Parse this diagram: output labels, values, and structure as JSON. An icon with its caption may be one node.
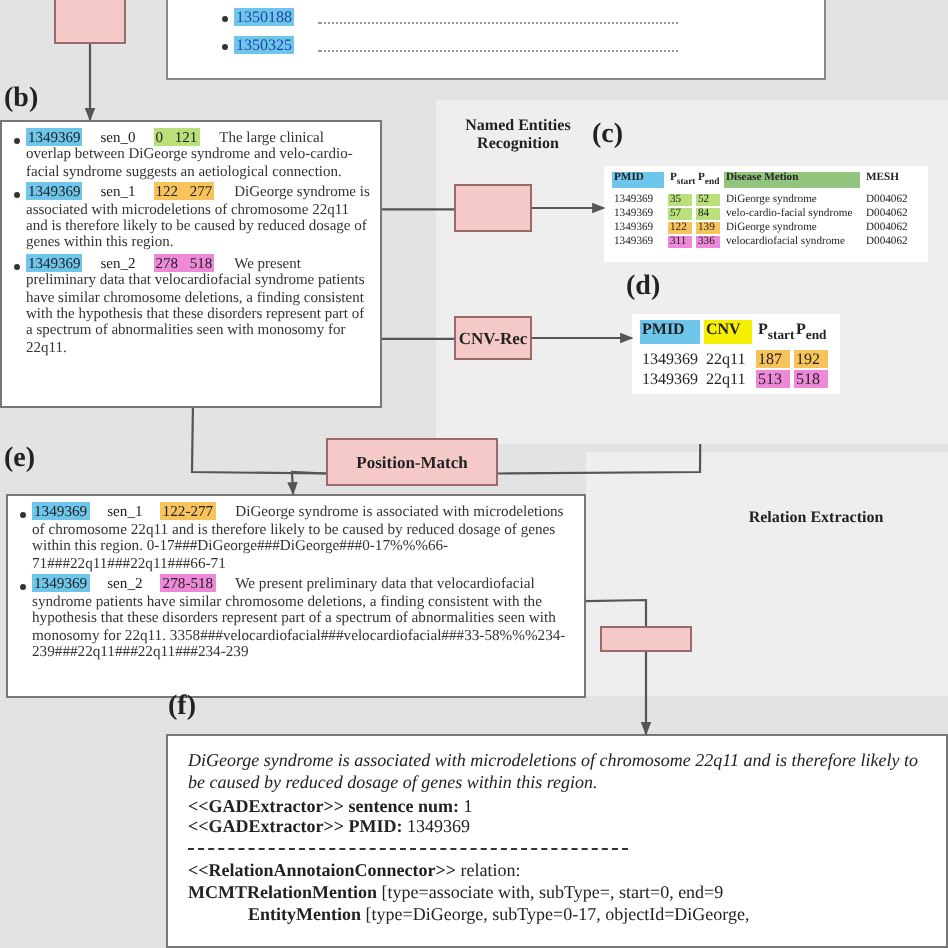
{
  "diagram": {
    "nodes": [
      {
        "text": [
          "1350188",
          "1350325"
        ]
      },
      {
        "text": [],
        "shape": "box"
      },
      {
        "text": [
          "1349369",
          "sen_0",
          "0 121",
          "The large clinical overlap between DiGeorge syndrome and velo-cardio-facial syndrome suggests an aetiological connection.",
          "1349369",
          "sen_1",
          "122 277",
          "DiGeorge syndrome is associated with microdeletions of chromosome 22q11 and is therefore likely to be caused by reduced dosage of genes within this region.",
          "1349369",
          "sen_2",
          "278 518",
          "We present preliminary data that velocardiofacial syndrome patients have similar chromosome deletions, a finding consistent with the hypothesis that these disorders represent part of a spectrum of abnormalities seen with monosomy for 22q11."
        ],
        "beside": [
          "(b)"
        ]
      },
      {
        "text": [
          "Named Entities Recognition"
        ]
      },
      {
        "text": [],
        "shape": "box",
        "in": 3
      },
      {
        "text": [
          "CNV-Rec"
        ],
        "in": 3
      },
      {
        "text": [
          "PMID",
          "P$_{start}$",
          "P$_{end}$",
          "Disease Metion",
          "MESH",
          "1349369",
          "35",
          "52",
          "DiGeorge syndrome",
          "D004062",
          "1349369",
          "57",
          "84",
          "velo-cardio-facial syndrome",
          "D004062",
          "1349369",
          "122",
          "139",
          "DiGeorge syndrome",
          "D004062",
          "1349369",
          "311",
          "336",
          "velocardiofacial syndrome",
          "D004062"
        ],
        "in": 3,
        "beside": [
          "(c)"
        ]
      },
      {
        "text": [
          "PMID",
          "CNV",
          "P$_{start}$",
          "P$_{end}$",
          "1349369",
          "22q11",
          "187",
          "192",
          "1349369",
          "22q11",
          "513",
          "518"
        ],
        "in": 3,
        "beside": [
          "(d)"
        ]
      },
      {
        "text": [
          "Position-Match"
        ]
      },
      {
        "text": [
          "1349369",
          "sen_1",
          "122-277",
          "DiGeorge syndrome is associated with microdeletions of chromosome 22q11 and is therefore likely to be caused by reduced dosage of genes within this region. 0-17###DiGeorge###DiGeorge###0-17%%%66-71###22q11###22q11###66-71",
          "1349369",
          "sen_2",
          "278-518",
          "We present preliminary data that velocardiofacial syndrome patients have similar chromosome deletions, a finding consistent with the hypothesis that these disorders represent part of a spectrum of abnormalities seen with monosomy for 22q11. 3358###velocardiofacial###velocardiofacial###33-58%%%234-239###22q11###22q11###234-239"
        ],
        "beside": [
          "(e)"
        ]
      },
      {
        "text": [
          "Relation Extraction"
        ]
      },
      {
        "text": [],
        "shape": "box",
        "in": 10
      },
      {
        "text": [
          "DiGeorge syndrome is associated with microdeletions of chromosome 22q11 and is therefore likely to be caused by reduced dosage of genes within this region.",
          "**<<GADExtractor>> sentence num:** 1",
          "**<<GADExtractor>> PMID:** 1349369",
          "**<<RelationAnnotaionConnector>>** relation:",
          "**MCMTRelationMention** [type=associate with, subType=, start=0, end=9",
          "**EntityMention** [type=DiGeorge, subType=0-17, objectId=DiGeorge,"
        ],
        "beside": [
          "(f)"
        ]
      }
    ],
    "edges": [
      {
        "from": 1,
        "to": 2,
        "arrow": "to"
      },
      {
        "from": 2,
        "to": 4,
        "arrow": "none"
      },
      {
        "from": 4,
        "to": 6,
        "arrow": "to"
      },
      {
        "from": 2,
        "to": 5,
        "arrow": "none"
      },
      {
        "from": 5,
        "to": 7,
        "arrow": "to"
      },
      {
        "from": 2,
        "to": 8,
        "arrow": "none"
      },
      {
        "from": 3,
        "to": 8,
        "arrow": "none"
      },
      {
        "from": 8,
        "to": 9,
        "arrow": "to"
      },
      {
        "from": 9,
        "to": 11,
        "arrow": "none"
      },
      {
        "from": 11,
        "to": 12,
        "arrow": "to"
      }
    ]
  }
}
